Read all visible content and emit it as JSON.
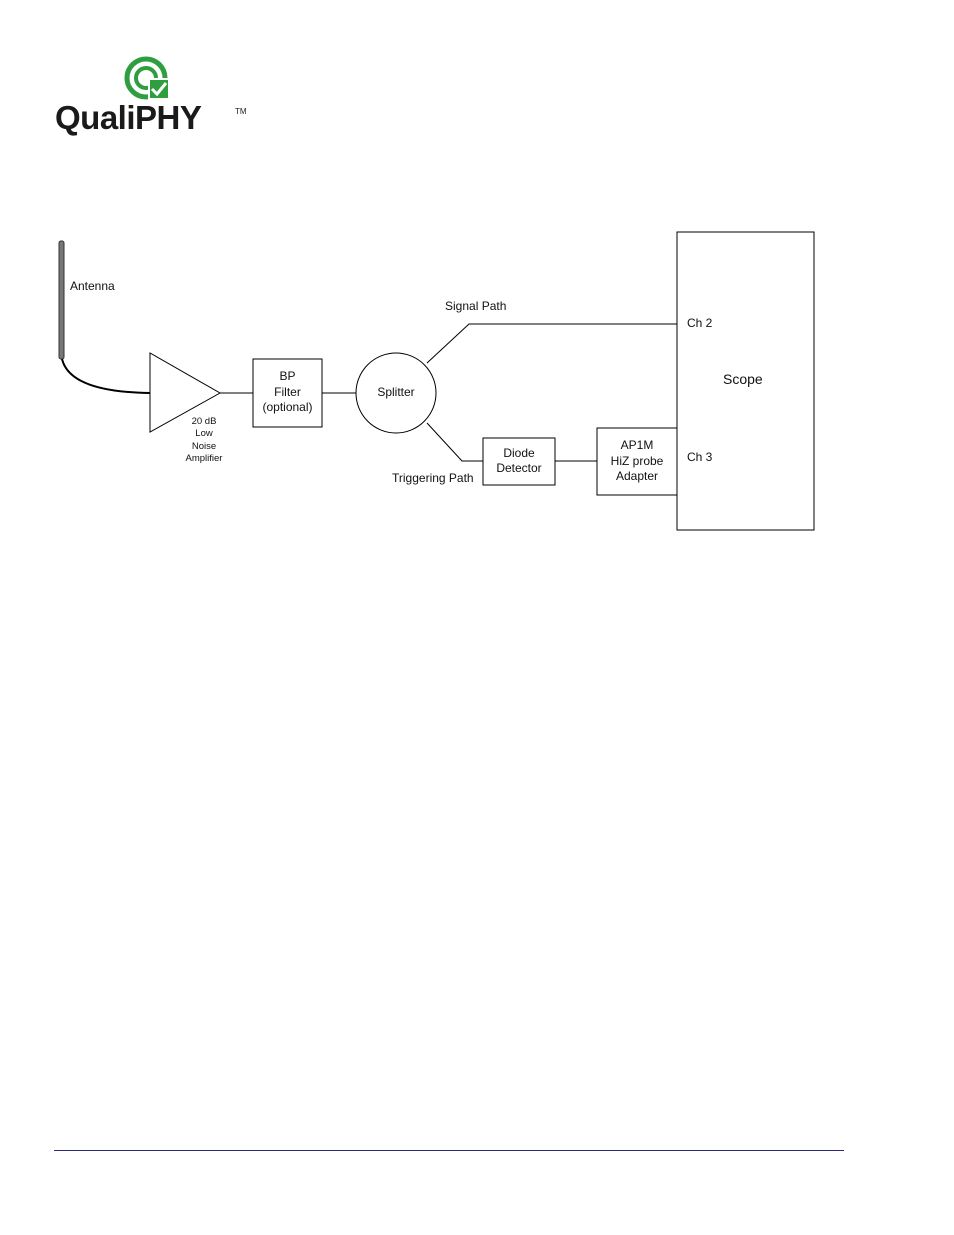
{
  "logo": {
    "text": "QualiPHY",
    "tm": "TM",
    "ring_color": "#2e9e3e",
    "check_color": "#2e9e3e"
  },
  "diagram": {
    "antenna_label": "Antenna",
    "amplifier_label": [
      "20 dB",
      "Low",
      "Noise",
      "Amplifier"
    ],
    "filter_label": [
      "BP",
      "Filter",
      "(optional)"
    ],
    "splitter_label": "Splitter",
    "signal_path_label": "Signal Path",
    "triggering_path_label": "Triggering Path",
    "diode_label": [
      "Diode",
      "Detector"
    ],
    "adapter_label": [
      "AP1M",
      "HiZ probe",
      "Adapter"
    ],
    "scope_label": "Scope",
    "ch2_label": "Ch 2",
    "ch3_label": "Ch 3"
  },
  "colors": {
    "footer_rule": "#2a2a7a",
    "antenna": "#777777"
  }
}
